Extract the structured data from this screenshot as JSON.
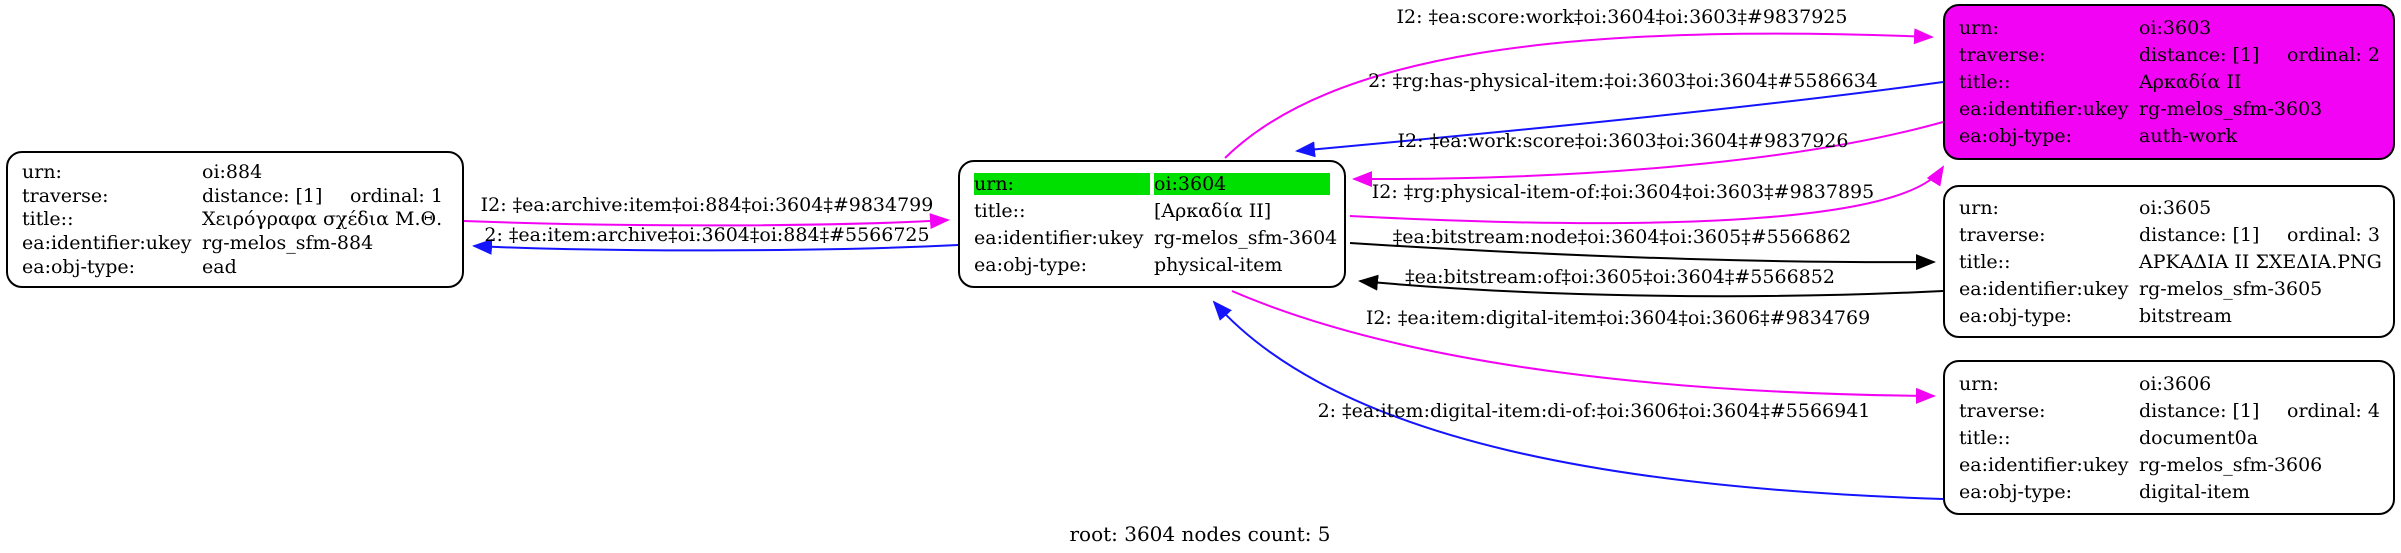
{
  "caption": "root: 3604 nodes count: 5",
  "colors": {
    "magenta": "#f303f3",
    "blue": "#1414ff",
    "black": "#000000",
    "green": "#00e000",
    "node_magenta_bg": "#f303f3"
  },
  "nodes": {
    "n884": {
      "rows": [
        {
          "k": "urn:",
          "v": "oi:884"
        },
        {
          "k": "traverse:",
          "v": "distance: [1]",
          "v2": "ordinal: 1"
        },
        {
          "k": "title::",
          "v": "Χειρόγραφα σχέδια Μ.Θ."
        },
        {
          "k": "ea:identifier:ukey",
          "v": "rg-melos_sfm-884"
        },
        {
          "k": "ea:obj-type:",
          "v": "ead"
        }
      ]
    },
    "n3604": {
      "rows": [
        {
          "k": "urn:",
          "v": "oi:3604"
        },
        {
          "k": "title::",
          "v": "[Αρκαδία ΙΙ]"
        },
        {
          "k": "ea:identifier:ukey",
          "v": "rg-melos_sfm-3604"
        },
        {
          "k": "ea:obj-type:",
          "v": "physical-item"
        }
      ]
    },
    "n3603": {
      "rows": [
        {
          "k": "urn:",
          "v": "oi:3603"
        },
        {
          "k": "traverse:",
          "v": "distance: [1]",
          "v2": "ordinal: 2"
        },
        {
          "k": "title::",
          "v": "Αρκαδία ΙΙ"
        },
        {
          "k": "ea:identifier:ukey",
          "v": "rg-melos_sfm-3603"
        },
        {
          "k": "ea:obj-type:",
          "v": "auth-work"
        }
      ]
    },
    "n3605": {
      "rows": [
        {
          "k": "urn:",
          "v": "oi:3605"
        },
        {
          "k": "traverse:",
          "v": "distance: [1]",
          "v2": "ordinal: 3"
        },
        {
          "k": "title::",
          "v": "ΑΡΚΑΔΙΑ ΙΙ ΣΧΕΔΙΑ.PNG"
        },
        {
          "k": "ea:identifier:ukey",
          "v": "rg-melos_sfm-3605"
        },
        {
          "k": "ea:obj-type:",
          "v": "bitstream"
        }
      ]
    },
    "n3606": {
      "rows": [
        {
          "k": "urn:",
          "v": "oi:3606"
        },
        {
          "k": "traverse:",
          "v": "distance: [1]",
          "v2": "ordinal: 4"
        },
        {
          "k": "title::",
          "v": "document0a"
        },
        {
          "k": "ea:identifier:ukey",
          "v": "rg-melos_sfm-3606"
        },
        {
          "k": "ea:obj-type:",
          "v": "digital-item"
        }
      ]
    }
  },
  "edges": {
    "archive_item": {
      "label": "I2: ‡ea:archive:item‡oi:884‡oi:3604‡#9834799"
    },
    "item_archive": {
      "label": "2: ‡ea:item:archive‡oi:3604‡oi:884‡#5566725"
    },
    "score_work": {
      "label": "I2: ‡ea:score:work‡oi:3604‡oi:3603‡#9837925"
    },
    "has_physical_item": {
      "label": "2: ‡rg:has-physical-item:‡oi:3603‡oi:3604‡#5586634"
    },
    "work_score": {
      "label": "I2: ‡ea:work:score‡oi:3603‡oi:3604‡#9837926"
    },
    "physical_item_of": {
      "label": "I2: ‡rg:physical-item-of:‡oi:3604‡oi:3603‡#9837895"
    },
    "bitstream_node": {
      "label": "‡ea:bitstream:node‡oi:3604‡oi:3605‡#5566862"
    },
    "bitstream_of": {
      "label": "‡ea:bitstream:of‡oi:3605‡oi:3604‡#5566852"
    },
    "item_digital_item": {
      "label": "I2: ‡ea:item:digital-item‡oi:3604‡oi:3606‡#9834769"
    },
    "digital_item_di_of": {
      "label": "2: ‡ea:item:digital-item:di-of:‡oi:3606‡oi:3604‡#5566941"
    }
  }
}
